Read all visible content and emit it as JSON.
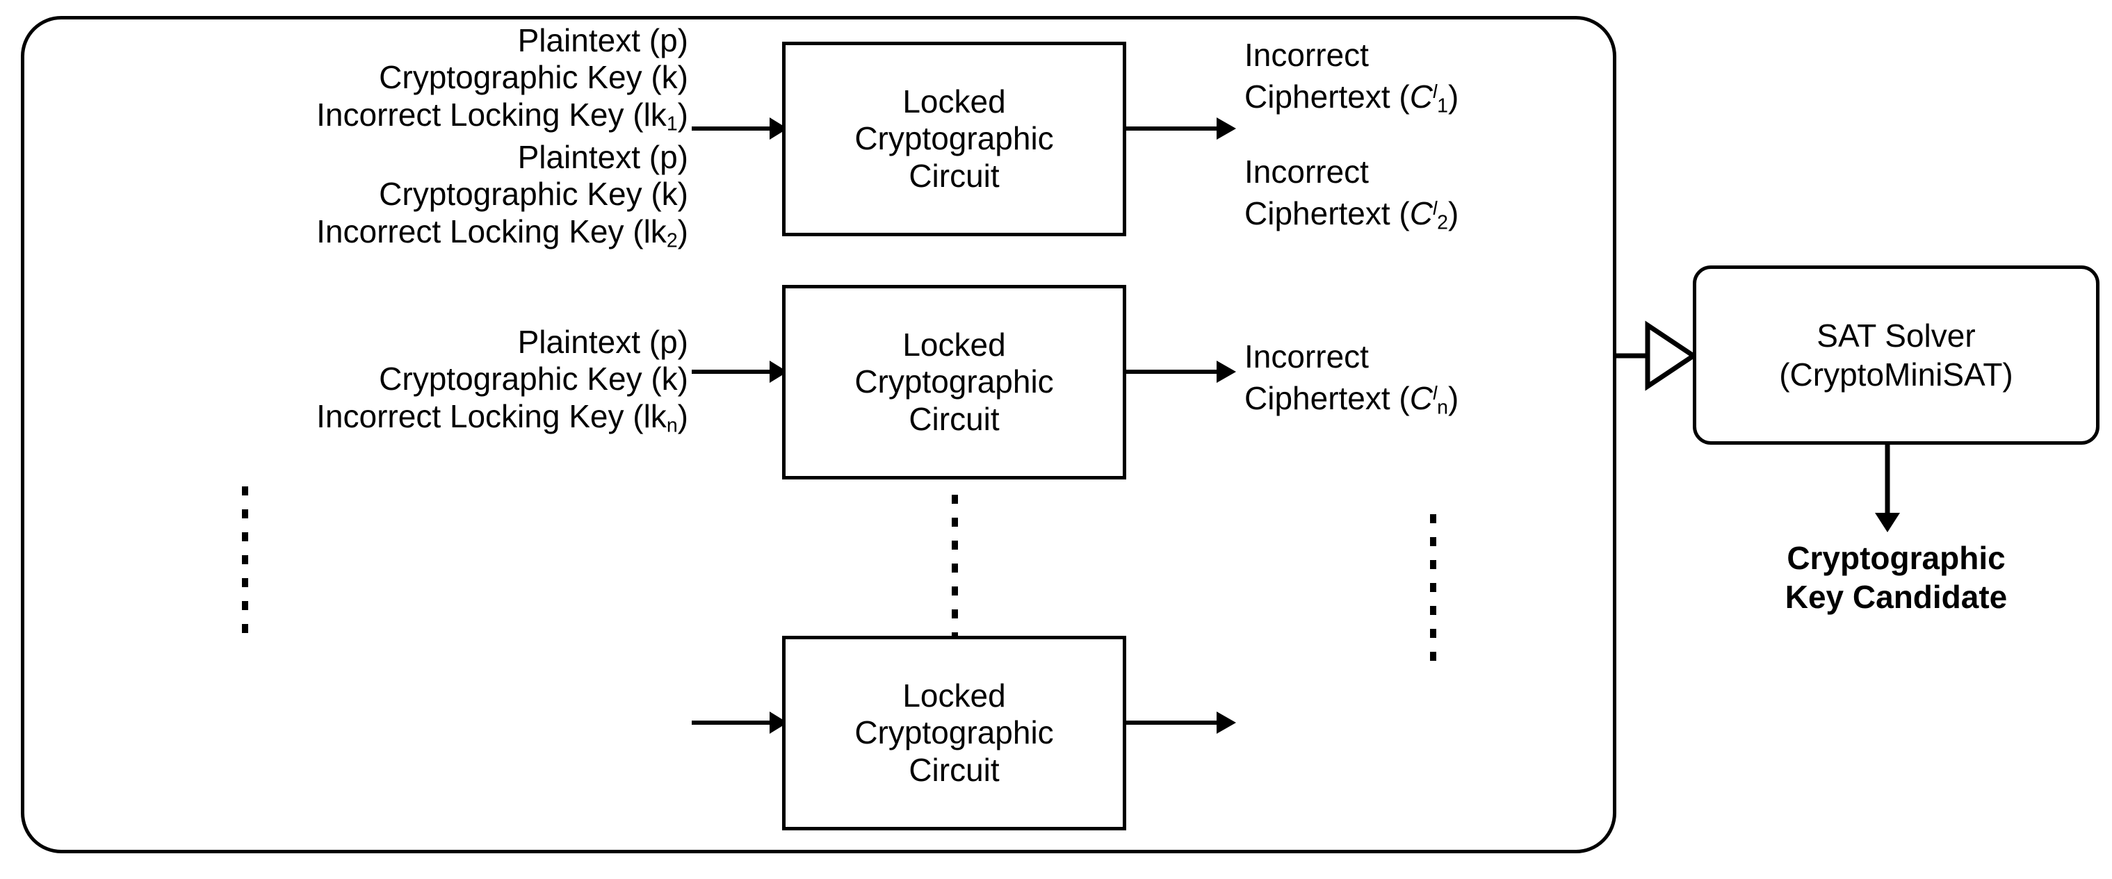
{
  "diagram": {
    "title_present": false,
    "colors": {
      "stroke": "#000000",
      "background": "#ffffff"
    },
    "outer_container": {
      "name": "sat-attack-oracle-group",
      "shape": "rounded-rectangle"
    },
    "rows": [
      {
        "index": 1,
        "inputs": {
          "plaintext": "Plaintext (p)",
          "crypto_key": "Cryptographic Key (k)",
          "locking_key_prefix": "Incorrect Locking Key (lk",
          "locking_key_subscript": "1",
          "locking_key_suffix": ")"
        },
        "box": {
          "line1": "Locked",
          "line2": "Cryptographic",
          "line3": "Circuit"
        },
        "output": {
          "line1": "Incorrect",
          "line2_prefix": "Ciphertext (",
          "symbol": "C",
          "superscript": "l",
          "subscript": "1",
          "line2_suffix": ")"
        }
      },
      {
        "index": 2,
        "inputs": {
          "plaintext": "Plaintext (p)",
          "crypto_key": "Cryptographic Key (k)",
          "locking_key_prefix": "Incorrect Locking Key (lk",
          "locking_key_subscript": "2",
          "locking_key_suffix": ")"
        },
        "box": {
          "line1": "Locked",
          "line2": "Cryptographic",
          "line3": "Circuit"
        },
        "output": {
          "line1": "Incorrect",
          "line2_prefix": "Ciphertext (",
          "symbol": "C",
          "superscript": "l",
          "subscript": "2",
          "line2_suffix": ")"
        }
      },
      {
        "index": 3,
        "inputs": {
          "plaintext": "Plaintext (p)",
          "crypto_key": "Cryptographic Key (k)",
          "locking_key_prefix": "Incorrect Locking Key (lk",
          "locking_key_subscript": "n",
          "locking_key_suffix": ")"
        },
        "box": {
          "line1": "Locked",
          "line2": "Cryptographic",
          "line3": "Circuit"
        },
        "output": {
          "line1": "Incorrect",
          "line2_prefix": "Ciphertext (",
          "symbol": "C",
          "superscript": "l",
          "subscript": "n",
          "line2_suffix": ")"
        }
      }
    ],
    "sat_solver": {
      "line1": "SAT Solver",
      "line2": "(CryptoMiniSAT)"
    },
    "final_output": {
      "line1": "Cryptographic",
      "line2": "Key Candidate"
    },
    "ellipsis": {
      "glyph": "vertical-dots",
      "dot_count": 7
    }
  }
}
